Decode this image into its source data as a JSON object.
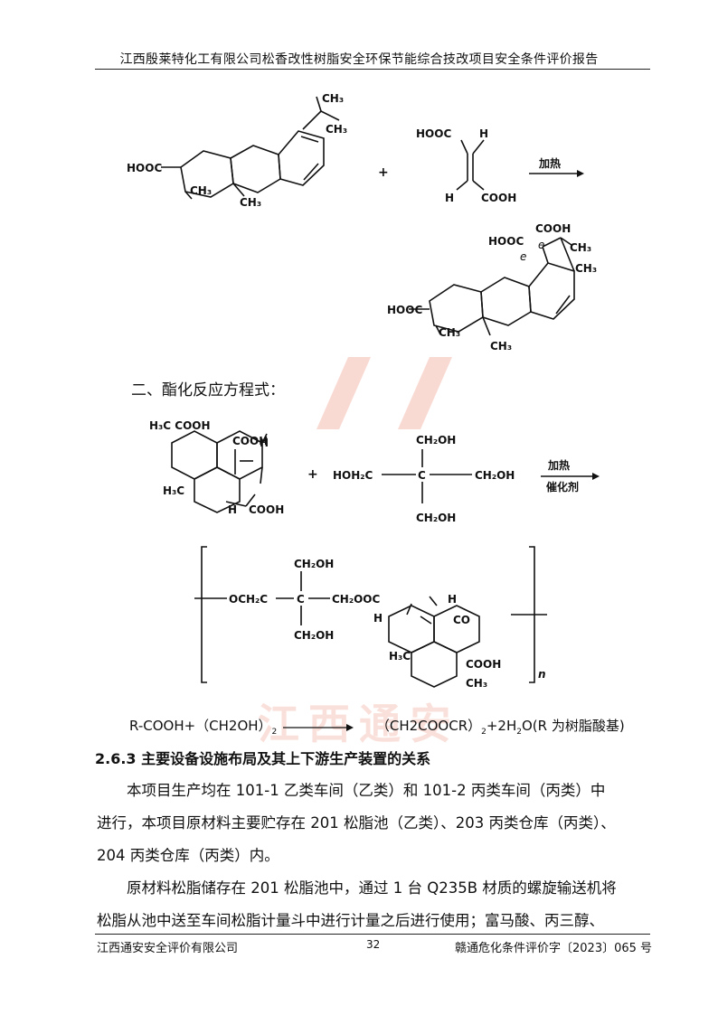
{
  "header": {
    "title": "江西殷莱特化工有限公司松香改性树脂安全环保节能综合技改项目安全条件评价报告"
  },
  "reaction1": {
    "hooc": "HOOC",
    "ch3_a": "CH₃",
    "ch3_b": "CH₃",
    "ch3_c": "CH₃",
    "ch3_d": "CH₃",
    "plus": "+",
    "maleic_hooc": "HOOC",
    "maleic_h1": "H",
    "maleic_h2": "H",
    "maleic_cooh": "COOH",
    "arrow_label": "加热",
    "prod_hooc": "HOOC",
    "prod_cooh": "COOH",
    "prod_hooc2": "HOOC",
    "prod_ch3_1": "CH₃",
    "prod_ch3_2": "CH₃",
    "prod_ch3_3": "CH₃",
    "prod_ch3_4": "CH₃",
    "label_e1": "e",
    "label_e2": "e"
  },
  "section_title": "二、酯化反应方程式：",
  "reaction2": {
    "h3c_cooh": "H₃C COOH",
    "cooh_top": "COOH",
    "h_top": "H",
    "h3c": "H₃C",
    "h_bottom": "H",
    "cooh_bottom": "COOH",
    "plus": "+",
    "ch2oh_top": "CH₂OH",
    "hoh2c": "HOH₂C",
    "c_center": "C",
    "ch2oh_right": "CH₂OH",
    "ch2oh_bottom": "CH₂OH",
    "arrow_top": "加热",
    "arrow_bottom": "催化剂"
  },
  "polymer": {
    "och2c": "OCH₂C",
    "c": "C",
    "ch2ooc": "CH₂OOC",
    "ch2oh_top": "CH₂OH",
    "ch2oh_bottom": "CH₂OH",
    "h_top": "H",
    "h_left": "H",
    "co": "CO",
    "h3c": "H₃C",
    "cooh": "COOH",
    "ch3": "CH₃",
    "n": "n"
  },
  "equation": {
    "left": "R-COOH+（CH2OH）",
    "left_sub": "2",
    "right": "（CH2COOCR）",
    "right_sub": "2",
    "right_tail": "+2H",
    "water_sub": "2",
    "tail": "O(R 为树脂酸基)"
  },
  "section_263": "2.6.3 主要设备设施布局及其上下游生产装置的关系",
  "paragraphs": [
    "本项目生产均在 101-1 乙类车间（乙类）和 101-2 丙类车间（丙类）中",
    "进行，本项目原材料主要贮存在 201 松脂池（乙类）、203 丙类仓库（丙类）、",
    "204 丙类仓库（丙类）内。",
    "原材料松脂储存在 201 松脂池中，通过 1 台 Q235B 材质的螺旋输送机将",
    "松脂从池中送至车间松脂计量斗中进行计量之后进行使用；富马酸、丙三醇、"
  ],
  "footer": {
    "left": "江西通安安全评价有限公司",
    "page": "32",
    "right": "赣通危化条件评价字〔2023〕065 号"
  },
  "watermark": {
    "text": "江西通安",
    "color": "#e8593a"
  }
}
